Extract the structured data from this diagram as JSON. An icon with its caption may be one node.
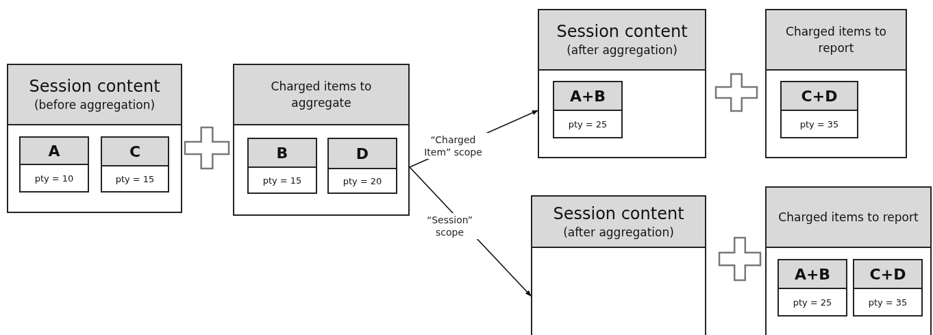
{
  "diagram": {
    "nodes": [
      {
        "text": [
          "Session content",
          "(before aggregation)"
        ]
      },
      {
        "text": [
          "A",
          "pty = 10"
        ],
        "in": 0
      },
      {
        "text": [
          "C",
          "pty = 15"
        ],
        "in": 0
      },
      {
        "text": [
          "Charged items to aggregate"
        ]
      },
      {
        "text": [
          "B",
          "pty = 15"
        ],
        "in": 3
      },
      {
        "text": [
          "D",
          "pty = 20"
        ],
        "in": 3
      },
      {
        "text": [
          "Session content",
          "(after aggregation)"
        ]
      },
      {
        "text": [
          "A+B",
          "pty = 25"
        ],
        "in": 6
      },
      {
        "text": [
          "Charged items to report"
        ]
      },
      {
        "text": [
          "C+D",
          "pty = 35"
        ],
        "in": 8
      },
      {
        "text": [
          "Session content",
          "(after aggregation)"
        ]
      },
      {
        "text": [
          "Charged items to report"
        ]
      },
      {
        "text": [
          "A+B",
          "pty = 25"
        ],
        "in": 11
      },
      {
        "text": [
          "C+D",
          "pty = 35"
        ],
        "in": 11
      }
    ],
    "edges": [
      {
        "from": 3,
        "to": 6,
        "arrow": "to",
        "label": "“Charged Item” scope"
      },
      {
        "from": 3,
        "to": 10,
        "arrow": "to",
        "label": "“Session” scope"
      }
    ]
  }
}
